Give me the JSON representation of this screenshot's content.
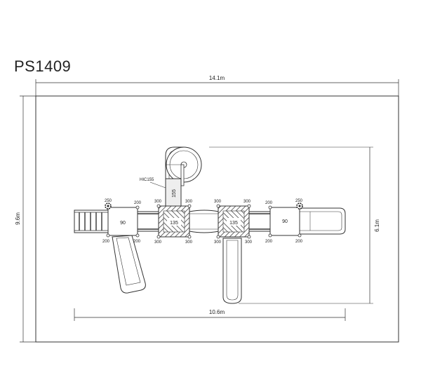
{
  "title": "PS1409",
  "dimensions": {
    "overall_width": "14.1m",
    "overall_height": "9.6m",
    "equipment_width": "10.6m",
    "equipment_height": "6.1m"
  },
  "slide_label": "HIC155",
  "platforms": [
    {
      "id": "p1",
      "height": "90"
    },
    {
      "id": "p2",
      "height": "135"
    },
    {
      "id": "p3",
      "height": "135"
    },
    {
      "id": "p4",
      "height": "90"
    },
    {
      "id": "p5",
      "height": "155"
    }
  ],
  "post_heights": {
    "p1": {
      "top_left": "250",
      "top_right": "200",
      "bottom_left": "200",
      "bottom_right": "200"
    },
    "p2": {
      "top_left": "300",
      "top_right": "300",
      "bottom_left": "300",
      "bottom_right": "300"
    },
    "p3": {
      "top_left": "300",
      "top_right": "300",
      "bottom_left": "300",
      "bottom_right": "300"
    },
    "p4": {
      "top_left": "200",
      "top_right": "250",
      "bottom_left": "200",
      "bottom_right": "200"
    }
  },
  "colors": {
    "line": "#333333",
    "panel_fill": "#eeeeee",
    "deck_fill": "#ffffff"
  }
}
